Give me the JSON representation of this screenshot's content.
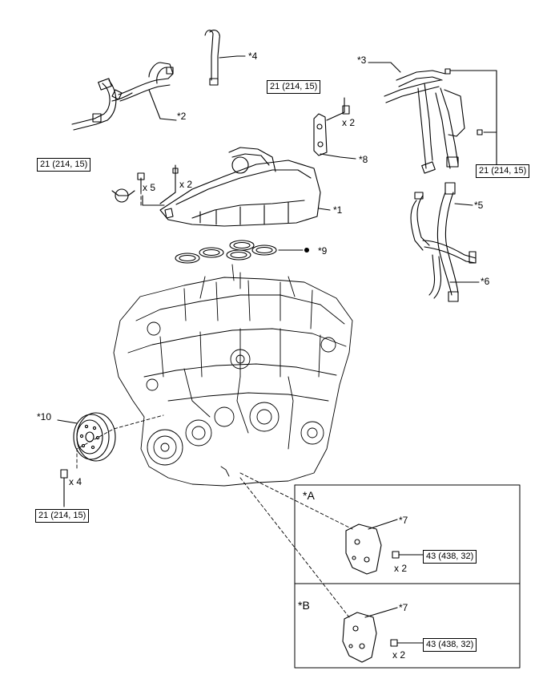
{
  "callouts": {
    "p1": "*1",
    "p2": "*2",
    "p3": "*3",
    "p4": "*4",
    "p5": "*5",
    "p6": "*6",
    "p7a": "*7",
    "p7b": "*7",
    "p8": "*8",
    "p9": "*9",
    "p10": "*10"
  },
  "torque": {
    "t_bracket8": "21 (214, 15)",
    "t_manifold": "21 (214, 15)",
    "t_pipe3": "21 (214, 15)",
    "t_pulley": "21 (214, 15)",
    "t_a": "43 (438, 32)",
    "t_b": "43 (438, 32)"
  },
  "quantities": {
    "q_bracket8": "x 2",
    "q_manifold5": "x 5",
    "q_manifold2": "x 2",
    "q_pulley": "x 4",
    "q_a": "x 2",
    "q_b": "x 2"
  },
  "sections": {
    "a": "*A",
    "b": "*B"
  }
}
